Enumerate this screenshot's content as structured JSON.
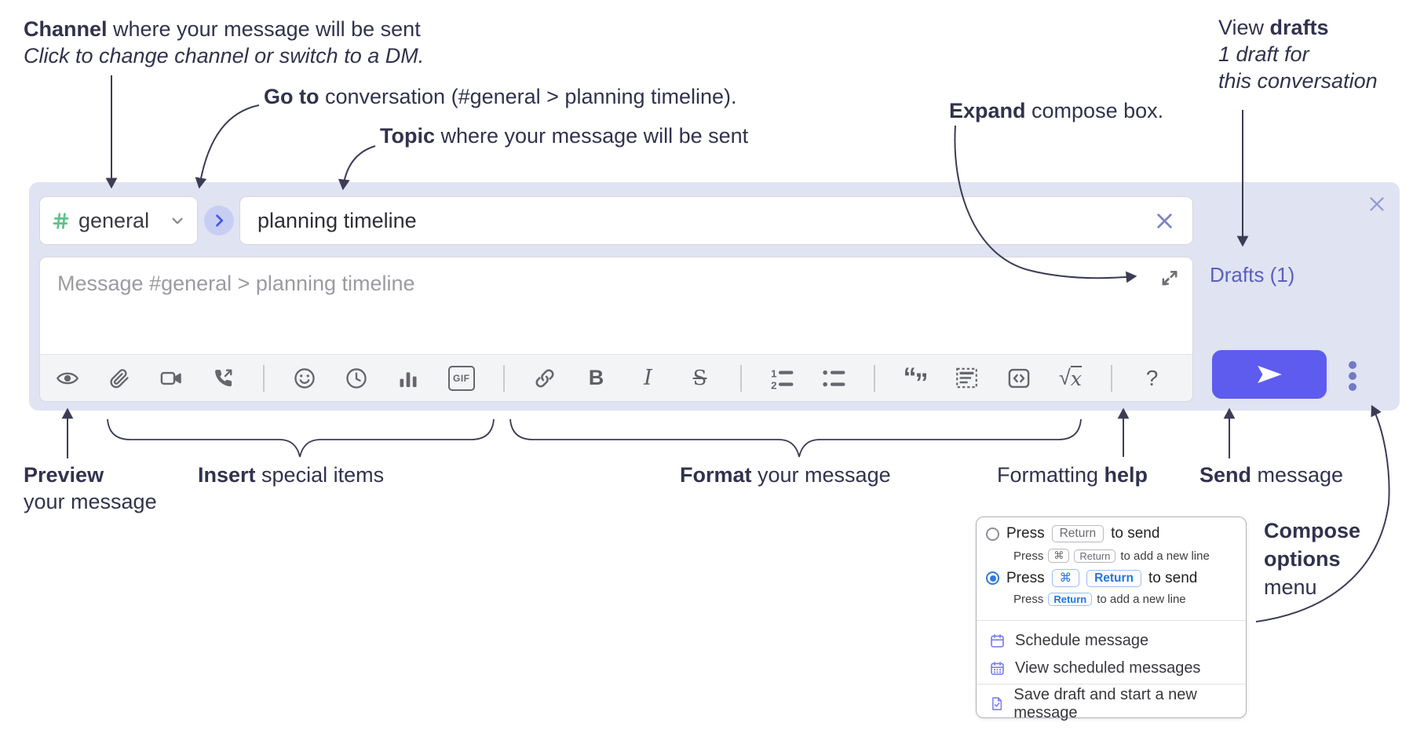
{
  "annotations": {
    "channel": {
      "bold": "Channel",
      "rest": " where your message will be sent",
      "sub": "Click to change channel or switch to a DM."
    },
    "goto": {
      "bold": "Go to",
      "rest": " conversation (#general > planning timeline)."
    },
    "topic": {
      "bold": "Topic",
      "rest": " where your message will be sent"
    },
    "expand": {
      "bold": "Expand",
      "rest": " compose box."
    },
    "view_drafts": {
      "pre": "View ",
      "bold": "drafts",
      "line2": "1 draft for",
      "line3": "this conversation"
    },
    "preview": {
      "bold": "Preview",
      "line2": "your message"
    },
    "insert": {
      "bold": "Insert",
      "rest": " special items"
    },
    "format": {
      "bold": "Format",
      "rest": " your message"
    },
    "help": {
      "pre": "Formatting ",
      "bold": "help"
    },
    "send": {
      "bold": "Send",
      "rest": " message"
    },
    "compose_options": {
      "line1": "Compose",
      "line2": "options",
      "line3": "menu"
    }
  },
  "compose": {
    "channel_name": "general",
    "topic_value": "planning timeline",
    "message_placeholder": "Message #general > planning timeline",
    "drafts_label": "Drafts (1)",
    "toolbar_icons": [
      "preview",
      "attach-file",
      "video-call",
      "voice-call",
      "emoji",
      "time",
      "poll",
      "gif",
      "link",
      "bold",
      "italic",
      "strikethrough",
      "numbered-list",
      "bulleted-list",
      "quote",
      "spoiler",
      "code",
      "math",
      "help"
    ],
    "glyphs": {
      "gif": "GIF",
      "bold": "B",
      "italic": "I",
      "strikethrough": "S",
      "math_root": "√",
      "math_var": "x",
      "help": "?",
      "quote_open": "“",
      "quote_close": "”"
    }
  },
  "options_menu": {
    "option1": {
      "press": "Press",
      "kbd1": "Return",
      "suffix": "to send",
      "sub_press": "Press",
      "sub_kbd1": "⌘",
      "sub_kbd2": "Return",
      "sub_suffix": "to add a new line"
    },
    "option2": {
      "press": "Press",
      "kbd1": "⌘",
      "kbd2": "Return",
      "suffix": "to send",
      "sub_press": "Press",
      "sub_kbd1": "Return",
      "sub_suffix": "to add a new line"
    },
    "items": [
      {
        "label": "Schedule message"
      },
      {
        "label": "View scheduled messages"
      },
      {
        "label": "Save draft and start a new message"
      }
    ]
  },
  "colors": {
    "compose_bg": "#e0e3f2",
    "send_button": "#5d5cee",
    "drafts_link": "#5a5fc0",
    "hash_green": "#5cc389",
    "accent_blue": "#2f7bdc",
    "annotation_ink": "#32324e"
  }
}
